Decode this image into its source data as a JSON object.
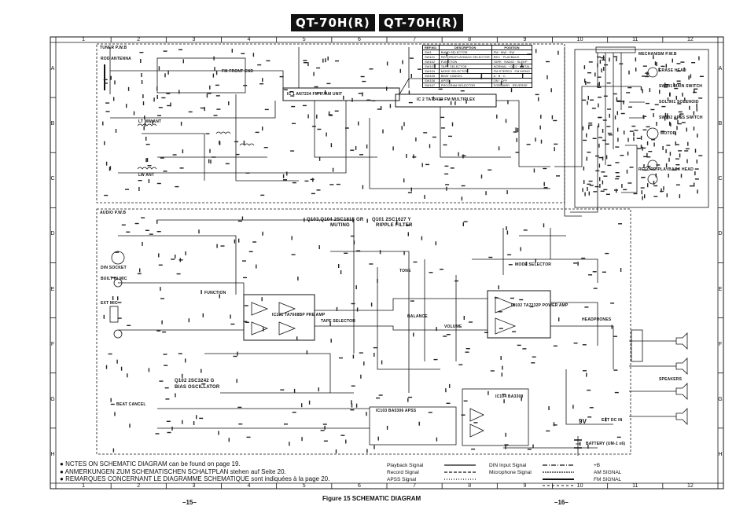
{
  "header": {
    "title_left": "QT-70H(R)",
    "title_right": "QT-70H(R)"
  },
  "grid": {
    "columns": [
      "1",
      "2",
      "3",
      "4",
      "5",
      "6",
      "7",
      "8",
      "9",
      "10",
      "11",
      "12"
    ],
    "rows": [
      "A",
      "B",
      "C",
      "D",
      "E",
      "F",
      "G",
      "H"
    ]
  },
  "sections": {
    "tuner": "TUNER P.W.B",
    "audio": "AUDIO P.W.B",
    "mechanism": "MECHANISM P.W.B"
  },
  "function_table": {
    "headers": [
      "REF.NO.",
      "DESCRIPTION",
      "POSITION"
    ],
    "rows": [
      [
        "SW1",
        "BAND SELECTOR",
        "FM · MW · SW"
      ],
      [
        "SW101",
        "RECORD/PLAYBACK SELECTOR",
        "REC · PLAYBACK"
      ],
      [
        "SW102",
        "FUNCTION",
        "TAPE · RADIO · SLEEP"
      ],
      [
        "SW103",
        "TAPE SELECTOR",
        "NORMAL · CrO2 · METAL"
      ],
      [
        "SW104",
        "MODE SELECTOR",
        "FM STEREO · FM MONO"
      ],
      [
        "SW105",
        "BEAT CANCEL",
        "A · B · C"
      ],
      [
        "SW106",
        "APSS",
        "ON · OFF"
      ],
      [
        "SW107",
        "PROGRAM SELECTOR",
        "FORWARD · REVERSE"
      ]
    ]
  },
  "component_labels": {
    "ic1": "IC 1 AN7224 FM IF/AM UNIT",
    "ic2": "IC 2 TA7343P FM MULTIPLEX",
    "fm_front_end": "FM FRONT END",
    "fm_antenna": "ROD ANTENNA",
    "lt_mw_ant": "LT MW ANT",
    "lw_ant": "LW ANT",
    "q103_104": "Q103,Q104 2SC1815 GR",
    "muting": "MUTING",
    "q101": "Q101 2SC1627 Y",
    "ripple_filter": "RIPPLE FILTER",
    "q102": "Q102 2SC3242 G",
    "bias_oscillator": "BIAS OSCILLATOR",
    "ic101": "IC101 TA7668BP PRE AMP",
    "ic102": "IC102 TA7232P POWER AMP",
    "ic103": "IC103 BA5306 APSS",
    "ic104": "IC104 BA3308",
    "tape_selector": "TAPE SELECTOR",
    "function": "FUNCTION",
    "mode_selector": "MODE SELECTOR",
    "beat_cancel": "BEAT CANCEL",
    "balance": "BALANCE",
    "volume": "VOLUME",
    "tone": "TONE",
    "headphones": "HEADPHONES",
    "speakers": "SPEAKERS",
    "din_socket": "DIN SOCKET",
    "built_in_mic": "BUILT IN MIC",
    "ext_mic": "EXT MIC",
    "battery": "BATTERY (UM-1 x6)",
    "ext_dc_in": "EXT DC IN",
    "erase_head": "ERASE HEAD",
    "main_switch": "SW901 MAIN SWITCH",
    "solenoid": "SOL.901 SOLENOID",
    "apss_switch": "SW902 APSS SWITCH",
    "motor": "MOTOR",
    "rec_pb_head": "RECORD/PLAYBACK HEAD",
    "voltage": "9V"
  },
  "notes": [
    "NCTES ON SCHEMATIC DIAGRAM can be found on page 19.",
    "ANMERKUNGEN ZUM SCHEMATISCHEN SCHALTPLAN stehen auf Seite 20.",
    "REMARQUES CONCERNANT LE DIAGRAMME SCHEMATIQUE sont indiquées à la page 20."
  ],
  "legend": {
    "playback": "Playback Signal",
    "record": "Record Signal",
    "apss": "APSS Signal",
    "din": "DIN Input Signal",
    "mic": "Microphone Signal",
    "plus_b": "+B",
    "am": "AM SIGNAL",
    "fm": "FM SIGNAL"
  },
  "footer": {
    "page_left": "–15–",
    "page_right": "–16–",
    "figure": "Figure 15 SCHEMATIC DIAGRAM"
  }
}
